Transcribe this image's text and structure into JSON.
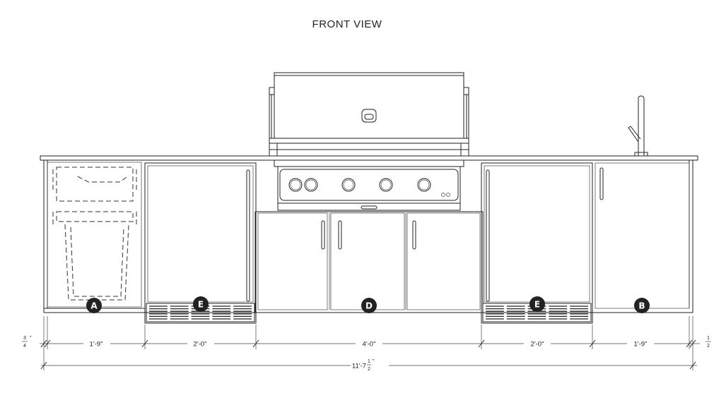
{
  "title": "FRONT VIEW",
  "labels": {
    "a": "A",
    "b": "B",
    "d": "D",
    "e_left": "E",
    "e_right": "E"
  },
  "dimensions": {
    "left_end": "3",
    "left_end_den": "4",
    "left_end_unit": "\"",
    "cabinet_a": "1'-9\"",
    "fridge_left": "2'-0\"",
    "grill_base": "4'-0\"",
    "fridge_right": "2'-0\"",
    "cabinet_b": "1'-9\"",
    "right_end": "1",
    "right_end_den": "2",
    "overall_main": "11'-7",
    "overall_frac_num": "1",
    "overall_frac_den": "2",
    "overall_unit": "\""
  }
}
